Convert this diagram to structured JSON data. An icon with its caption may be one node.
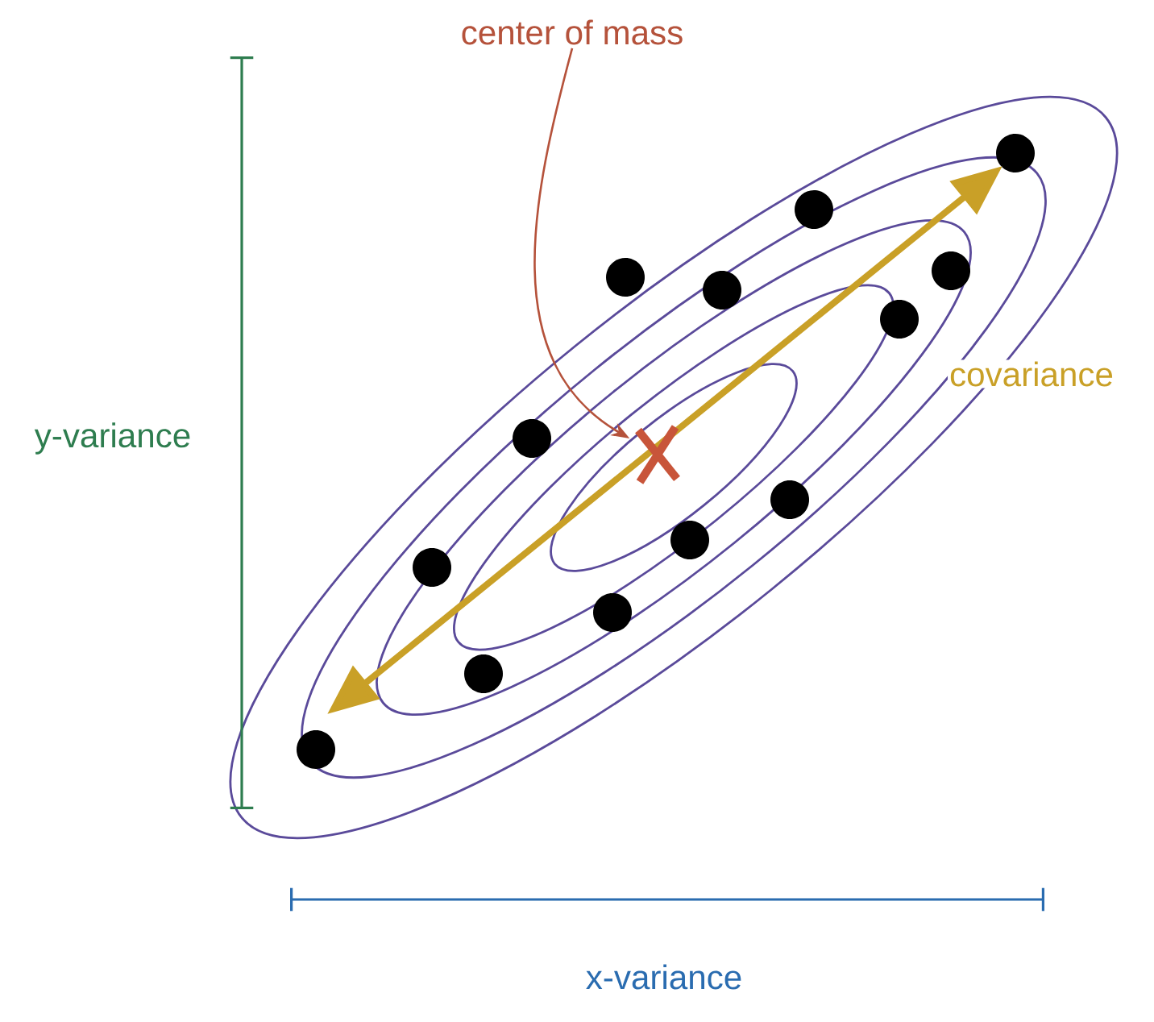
{
  "diagram": {
    "nodes": [
      {
        "text": [
          "center of mass"
        ]
      },
      {
        "text": [],
        "shape": "cross"
      }
    ],
    "edges": [
      {
        "from": 0,
        "to": 1,
        "arrow": "to"
      }
    ],
    "labels": [
      "covariance",
      "y-variance",
      "x-variance"
    ]
  }
}
